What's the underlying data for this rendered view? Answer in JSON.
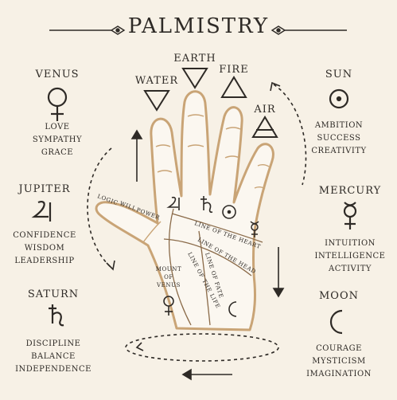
{
  "title": "PALMISTRY",
  "planets": {
    "venus": {
      "name": "VENUS",
      "traits": [
        "LOVE",
        "SYMPATHY",
        "GRACE"
      ]
    },
    "jupiter": {
      "name": "JUPITER",
      "traits": [
        "CONFIDENCE",
        "WISDOM",
        "LEADERSHIP"
      ]
    },
    "saturn": {
      "name": "SATURN",
      "traits": [
        "DISCIPLINE",
        "BALANCE",
        "INDEPENDENCE"
      ]
    },
    "sun": {
      "name": "SUN",
      "traits": [
        "AMBITION",
        "SUCCESS",
        "CREATIVITY"
      ]
    },
    "mercury": {
      "name": "MERCURY",
      "traits": [
        "INTUITION",
        "INTELLIGENCE",
        "ACTIVITY"
      ]
    },
    "moon": {
      "name": "MOON",
      "traits": [
        "COURAGE",
        "MYSTICISM",
        "IMAGINATION"
      ]
    }
  },
  "elements": {
    "water": "WATER",
    "earth": "EARTH",
    "fire": "FIRE",
    "air": "AIR"
  },
  "palm_labels": {
    "logic": "LOGIC",
    "will": "WILL",
    "power": "POWER",
    "heart_line": "LINE OF THE HEART",
    "head_line": "LINE OF THE HEAD",
    "life_line": "LINE OF THE LIFE",
    "fate_line": "LINE OF FATE",
    "mount": "MOUNT",
    "of": "OF",
    "venus": "VENUS"
  },
  "colors": {
    "background": "#f7f1e6",
    "ink": "#2e2a26",
    "hand_outline": "#c9a476",
    "hand_fill": "#fbf7f0"
  },
  "icons": [
    "venus-icon",
    "jupiter-icon",
    "saturn-icon",
    "sun-icon",
    "mercury-icon",
    "moon-icon",
    "water-triangle-icon",
    "earth-triangle-icon",
    "fire-triangle-icon",
    "air-triangle-icon"
  ]
}
